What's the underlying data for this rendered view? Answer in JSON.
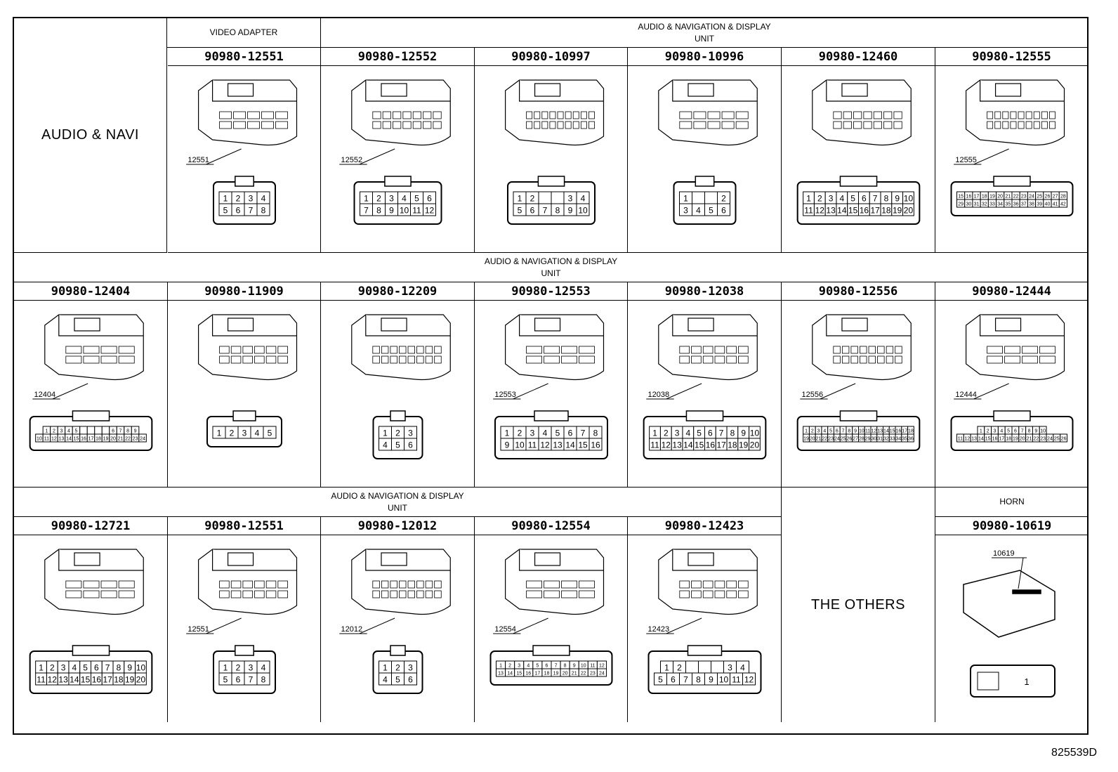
{
  "row1": {
    "group_label": "AUDIO & NAVI",
    "header_video": "VIDEO ADAPTER",
    "header_audio": "AUDIO & NAVIGATION & DISPLAY\nUNIT",
    "parts": [
      {
        "pn": "90980-12551",
        "tag": "12551",
        "face": [
          [
            "1",
            "2",
            "3",
            "4"
          ],
          [
            "5",
            "6",
            "7",
            "8"
          ]
        ]
      },
      {
        "pn": "90980-12552",
        "tag": "12552",
        "face": [
          [
            "1",
            "2",
            "3",
            "4",
            "5",
            "6"
          ],
          [
            "7",
            "8",
            "9",
            "10",
            "11",
            "12"
          ]
        ]
      },
      {
        "pn": "90980-10997",
        "tag": "",
        "face": [
          [
            "1",
            "2",
            "",
            "",
            "3",
            "4"
          ],
          [
            "5",
            "6",
            "7",
            "8",
            "9",
            "10"
          ]
        ]
      },
      {
        "pn": "90980-10996",
        "tag": "",
        "face": [
          [
            "1",
            "",
            "",
            "2"
          ],
          [
            "3",
            "4",
            "5",
            "6"
          ]
        ]
      },
      {
        "pn": "90980-12460",
        "tag": "",
        "face": [
          [
            "1",
            "2",
            "3",
            "4",
            "5",
            "6",
            "7",
            "8",
            "9",
            "10"
          ],
          [
            "11",
            "12",
            "13",
            "14",
            "15",
            "16",
            "17",
            "18",
            "19",
            "20"
          ]
        ]
      },
      {
        "pn": "90980-12555",
        "tag": "12555",
        "face": [
          [
            "15",
            "16",
            "17",
            "18",
            "19",
            "20",
            "21",
            "22",
            "23",
            "24",
            "25",
            "26",
            "27",
            "28"
          ],
          [
            "29",
            "30",
            "31",
            "32",
            "33",
            "34",
            "35",
            "36",
            "37",
            "38",
            "39",
            "40",
            "41",
            "42"
          ]
        ]
      }
    ]
  },
  "row2": {
    "header_audio": "AUDIO & NAVIGATION & DISPLAY\nUNIT",
    "parts": [
      {
        "pn": "90980-12404",
        "tag": "12404",
        "face": [
          [
            "1",
            "2",
            "3",
            "4",
            "5",
            "",
            "",
            "",
            "",
            "6",
            "7",
            "8",
            "9"
          ],
          [
            "10",
            "11",
            "12",
            "13",
            "14",
            "15",
            "16",
            "17",
            "18",
            "19",
            "20",
            "21",
            "22",
            "23",
            "24"
          ]
        ]
      },
      {
        "pn": "90980-11909",
        "tag": "",
        "face": [
          [
            "1",
            "2",
            "3",
            "4",
            "5"
          ]
        ]
      },
      {
        "pn": "90980-12209",
        "tag": "",
        "face": [
          [
            "1",
            "2",
            "3"
          ],
          [
            "4",
            "5",
            "6"
          ]
        ]
      },
      {
        "pn": "90980-12553",
        "tag": "12553",
        "face": [
          [
            "1",
            "2",
            "3",
            "4",
            "5",
            "6",
            "7",
            "8"
          ],
          [
            "9",
            "10",
            "11",
            "12",
            "13",
            "14",
            "15",
            "16"
          ]
        ]
      },
      {
        "pn": "90980-12038",
        "tag": "12038",
        "face": [
          [
            "1",
            "2",
            "3",
            "4",
            "5",
            "6",
            "7",
            "8",
            "9",
            "10"
          ],
          [
            "11",
            "12",
            "13",
            "14",
            "15",
            "16",
            "17",
            "18",
            "19",
            "20"
          ]
        ]
      },
      {
        "pn": "90980-12556",
        "tag": "12556",
        "face": [
          [
            "1",
            "2",
            "3",
            "4",
            "5",
            "6",
            "7",
            "8",
            "9",
            "10",
            "11",
            "12",
            "13",
            "14",
            "15",
            "16",
            "17",
            "18"
          ],
          [
            "19",
            "20",
            "21",
            "22",
            "23",
            "24",
            "25",
            "26",
            "27",
            "28",
            "29",
            "30",
            "31",
            "32",
            "33",
            "34",
            "35",
            "36"
          ]
        ]
      },
      {
        "pn": "90980-12444",
        "tag": "12444",
        "face": [
          [
            "1",
            "2",
            "3",
            "4",
            "5",
            "6",
            "7",
            "8",
            "9",
            "10"
          ],
          [
            "11",
            "12",
            "13",
            "14",
            "15",
            "16",
            "17",
            "18",
            "19",
            "20",
            "21",
            "22",
            "23",
            "24",
            "25",
            "26"
          ]
        ]
      }
    ]
  },
  "row3": {
    "header_audio": "AUDIO & NAVIGATION & DISPLAY\nUNIT",
    "others_label": "THE OTHERS",
    "header_horn": "HORN",
    "parts": [
      {
        "pn": "90980-12721",
        "tag": "",
        "face": [
          [
            "1",
            "2",
            "3",
            "4",
            "5",
            "6",
            "7",
            "8",
            "9",
            "10"
          ],
          [
            "11",
            "12",
            "13",
            "14",
            "15",
            "16",
            "17",
            "18",
            "19",
            "20"
          ]
        ]
      },
      {
        "pn": "90980-12551",
        "tag": "12551",
        "face": [
          [
            "1",
            "2",
            "3",
            "4"
          ],
          [
            "5",
            "6",
            "7",
            "8"
          ]
        ]
      },
      {
        "pn": "90980-12012",
        "tag": "12012",
        "face": [
          [
            "1",
            "2",
            "3"
          ],
          [
            "4",
            "5",
            "6"
          ]
        ]
      },
      {
        "pn": "90980-12554",
        "tag": "12554",
        "face": [
          [
            "1",
            "2",
            "3",
            "4",
            "5",
            "6",
            "7",
            "8",
            "9",
            "10",
            "11",
            "12"
          ],
          [
            "13",
            "14",
            "15",
            "16",
            "17",
            "18",
            "19",
            "20",
            "21",
            "22",
            "23",
            "24"
          ]
        ]
      },
      {
        "pn": "90980-12423",
        "tag": "12423",
        "face": [
          [
            "1",
            "2",
            "",
            "",
            "",
            "3",
            "4"
          ],
          [
            "5",
            "6",
            "7",
            "8",
            "9",
            "10",
            "11",
            "12"
          ]
        ]
      }
    ],
    "horn": {
      "pn": "90980-10619",
      "tag": "10619",
      "face": [
        [
          "1"
        ]
      ]
    }
  },
  "footer_code": "825539D"
}
